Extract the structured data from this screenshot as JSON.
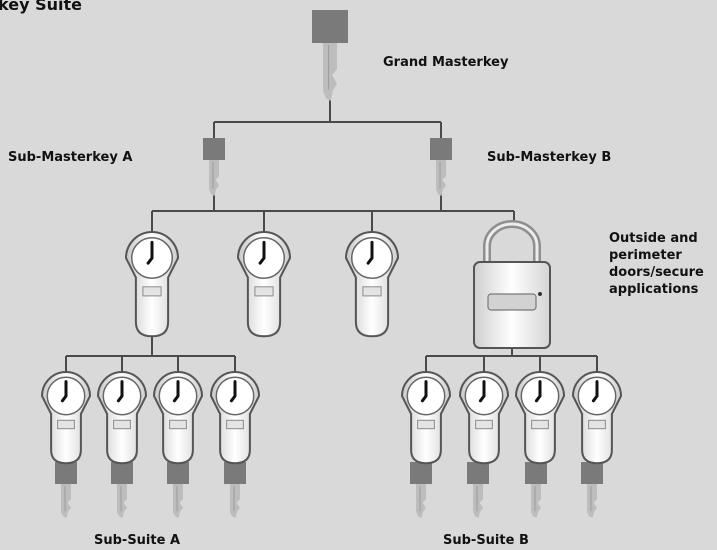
{
  "title": "key Suite",
  "labels": {
    "grand_masterkey": "Grand Masterkey",
    "sub_masterkey_a": "Sub-Masterkey A",
    "sub_masterkey_b": "Sub-Masterkey B",
    "outside": "Outside and\nperimeter\ndoors/secure\napplications",
    "sub_suite_a": "Sub-Suite A",
    "sub_suite_b": "Sub-Suite B"
  },
  "colors": {
    "background": "#d9d9d9",
    "key_head": "#7a7a7a",
    "key_blade": "#bdbdbd",
    "line": "#4a4a4a"
  }
}
